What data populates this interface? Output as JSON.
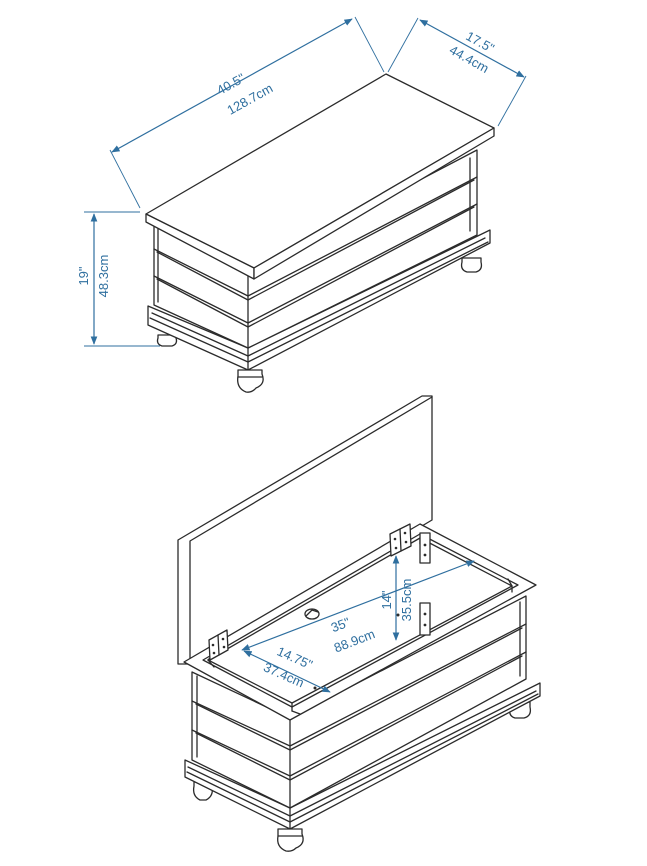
{
  "colors": {
    "line": "#2b2b2b",
    "dimension": "#2f6f9f"
  },
  "top_view": {
    "width": {
      "in": "40.5\"",
      "cm": "128.7cm"
    },
    "depth": {
      "in": "17.5\"",
      "cm": "44.4cm"
    },
    "height": {
      "in": "19\"",
      "cm": "48.3cm"
    }
  },
  "open_view": {
    "inner_length": {
      "in": "35\"",
      "cm": "88.9cm"
    },
    "inner_depth": {
      "in": "14.75\"",
      "cm": "37.4cm"
    },
    "inner_height": {
      "in": "14\"",
      "cm": "35.5cm"
    }
  }
}
